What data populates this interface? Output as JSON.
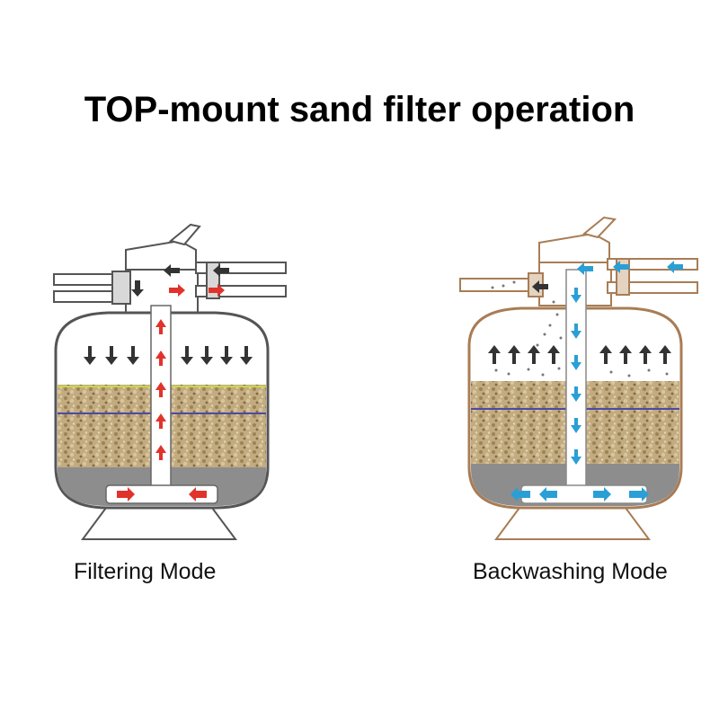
{
  "title": "TOP-mount sand filter operation",
  "panels": [
    {
      "caption": "Filtering Mode",
      "flow_arrow_color": "#e0332b",
      "outline_color": "#888888",
      "direction": "down"
    },
    {
      "caption": "Backwashing Mode",
      "flow_arrow_color": "#2a9fd6",
      "outline_color": "#b88a5e",
      "direction": "up"
    }
  ],
  "colors": {
    "sand": "#bfa77c",
    "gravel_base": "#8d8d8d",
    "water": "#ffffff"
  }
}
